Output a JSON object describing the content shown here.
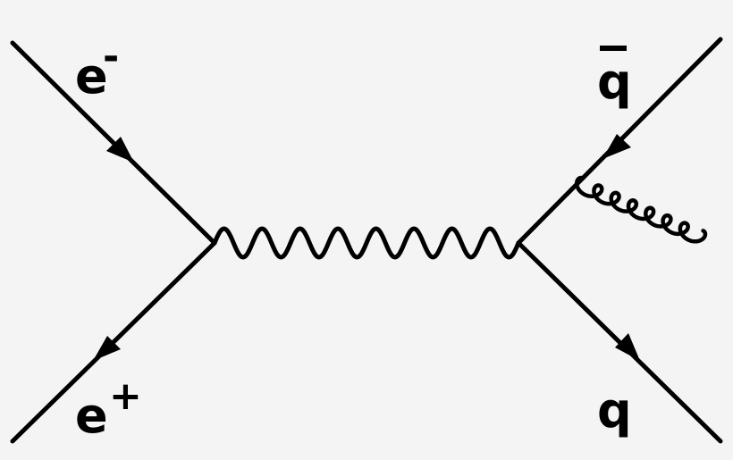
{
  "particles": {
    "electron": {
      "base": "e",
      "sup": "-"
    },
    "positron": {
      "base": "e",
      "sup": "+"
    },
    "antiquark": {
      "base": "q"
    },
    "quark": {
      "base": "q"
    }
  }
}
